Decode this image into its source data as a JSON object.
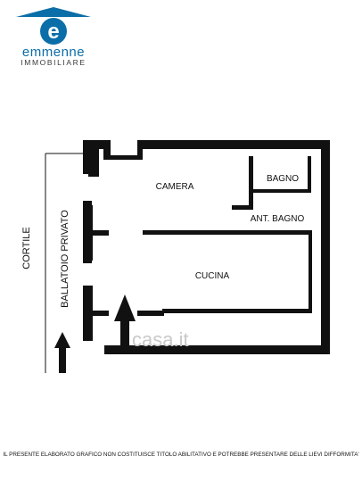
{
  "brand": {
    "name": "emmenne",
    "subtitle": "IMMOBILIARE",
    "accent_color": "#0b6ea8"
  },
  "rooms": {
    "camera": "CAMERA",
    "bagno": "BAGNO",
    "antibagno": "ANT. BAGNO",
    "cucina": "CUCINA"
  },
  "areas": {
    "ballatoio": "BALLATOIO PRIVATO",
    "cortile": "CORTILE"
  },
  "watermark": "casa.it",
  "disclaimer": "IL PRESENTE  ELABORATO GRAFICO NON  COSTITUISCE TITOLO  ABILITATIVO  E  POTREBBE PRESENTARE DELLE LIEVI  DIFFORMITA'",
  "icons": [
    "house-logo-icon",
    "entry-arrow-icon",
    "entry-arrow-icon"
  ],
  "colors": {
    "walls": "#111111",
    "background": "#ffffff"
  }
}
